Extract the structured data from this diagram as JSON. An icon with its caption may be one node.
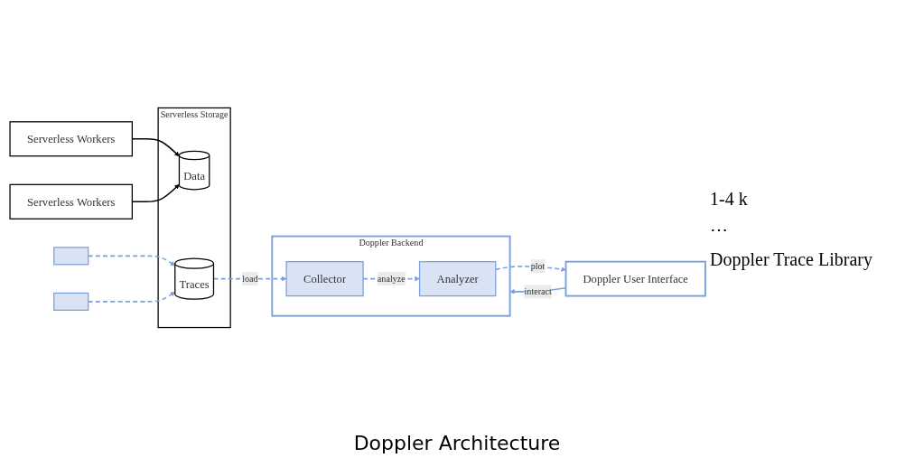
{
  "diagram": {
    "caption": "Doppler Architecture",
    "nodes": [
      {
        "text": [
          "Serverless Workers"
        ]
      },
      {
        "text": [
          "Serverless Workers"
        ]
      },
      {
        "text": [],
        "shape": "box"
      },
      {
        "text": [],
        "shape": "box"
      },
      {
        "text": [
          "Serverless Storage"
        ]
      },
      {
        "text": [
          "Data"
        ],
        "in": 4
      },
      {
        "text": [
          "Traces"
        ],
        "in": 4
      },
      {
        "text": [
          "Doppler User Interface"
        ]
      },
      {
        "text": [
          "Doppler Backend"
        ]
      },
      {
        "text": [
          "Analyzer"
        ],
        "in": 8
      },
      {
        "text": [
          "Collector"
        ],
        "in": 8
      }
    ],
    "edges": [
      {
        "from": 0,
        "to": 5,
        "arrow": "to",
        "color": "#000000"
      },
      {
        "from": 1,
        "to": 5,
        "arrow": "to",
        "color": "#000000"
      },
      {
        "from": 2,
        "to": 6,
        "arrow": "to",
        "style": "dashed"
      },
      {
        "from": 3,
        "to": 6,
        "arrow": "to",
        "style": "dashed"
      },
      {
        "from": 6,
        "to": 10,
        "arrow": "to",
        "style": "dashed",
        "label": "load"
      },
      {
        "from": 7,
        "to": 8,
        "arrow": "to",
        "label": "interact"
      },
      {
        "from": 9,
        "to": 7,
        "arrow": "to",
        "style": "dashed",
        "label": "plot"
      },
      {
        "from": 10,
        "to": 9,
        "arrow": "to",
        "style": "dashed",
        "label": "analyze"
      }
    ],
    "labels": [
      "1-4 k",
      "⋯",
      "Doppler Trace Library"
    ]
  }
}
